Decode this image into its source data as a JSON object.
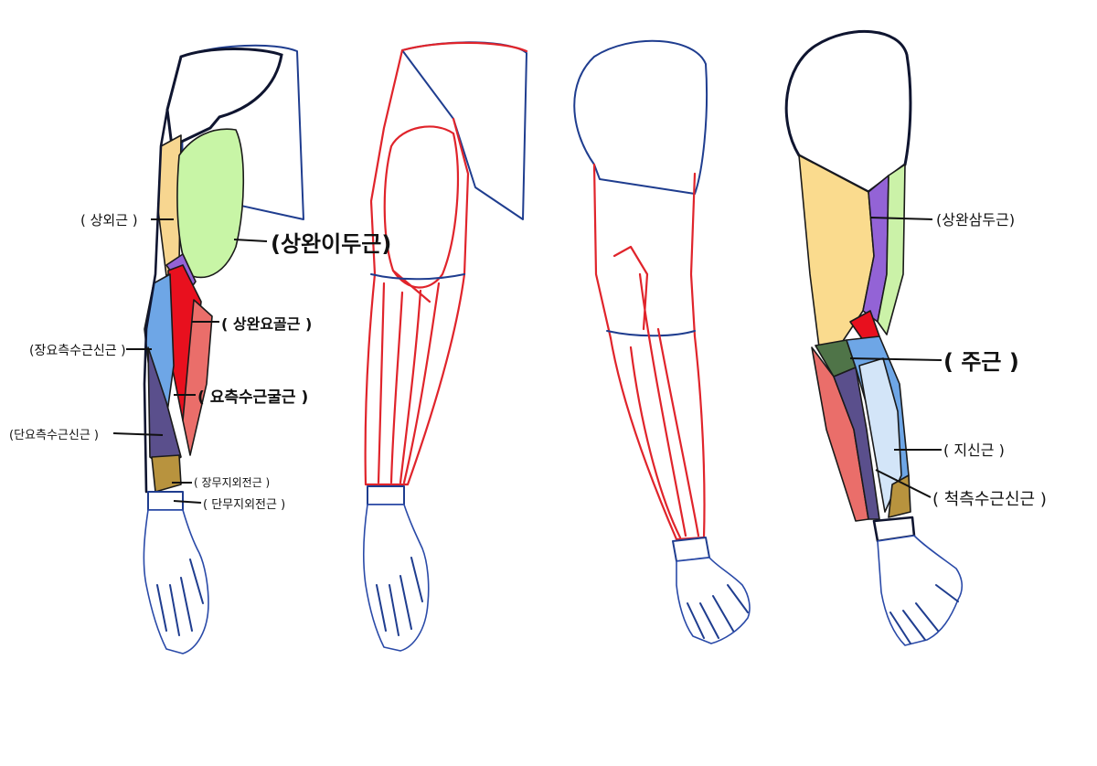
{
  "colors": {
    "biceps": "#c8f5a6",
    "brachialis": "#f7d690",
    "brachioradialis": "#e8101e",
    "ecrl": "#6ea6e6",
    "ecrb": "#5a4f8c",
    "pink": "#ea6e6a",
    "purple": "#9363d6",
    "tan": "#b8933e",
    "triceps": "#fadb8e",
    "digitorum": "#d3e5f8",
    "olive": "#4f7448",
    "lightgreen": "#cbf2a8",
    "outline": "#0f1530",
    "sketch_red": "#e0242b",
    "sketch_blue": "#1f3d8f"
  },
  "labels": {
    "brachialis": "( 상외근 )",
    "biceps": "(상완이두근)",
    "brachioradialis": "( 상완요골근 )",
    "ecrl": "(장요측수근신근 )",
    "fcr": "( 요측수근굴근 )",
    "ecrb": "(단요측수근신근 )",
    "apl": "( 장무지외전근 )",
    "epb": "( 단무지외전근 )",
    "triceps": "(상완삼두근)",
    "anconeus": "( 주근 )",
    "digitorum": "( 지신근 )",
    "ecu": "( 척측수근신근 )"
  }
}
